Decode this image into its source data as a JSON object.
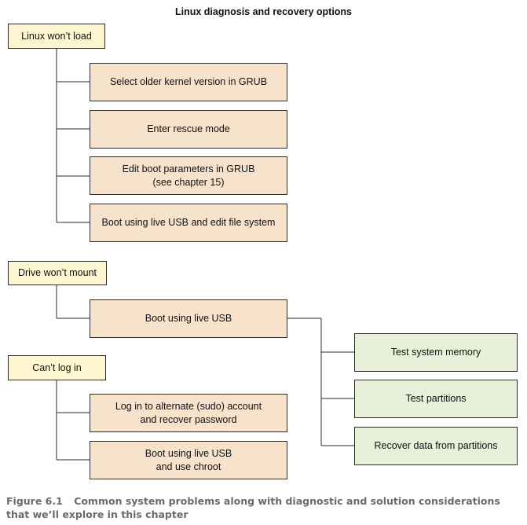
{
  "title": "Linux diagnosis and recovery options",
  "groups": [
    {
      "problem": "Linux won’t load",
      "solutions": [
        "Select older kernel version in GRUB",
        "Enter rescue mode",
        "Edit boot parameters in GRUB\n(see chapter 15)",
        "Boot using live USB and edit file system"
      ]
    },
    {
      "problem": "Drive won’t mount",
      "solutions": [
        "Boot using live USB"
      ],
      "tests": [
        "Test system memory",
        "Test partitions",
        "Recover data from partitions"
      ]
    },
    {
      "problem": "Can’t log in",
      "solutions": [
        "Log in to alternate (sudo) account\nand recover password",
        "Boot using live USB\nand use chroot"
      ]
    }
  ],
  "caption": {
    "figure": "Figure 6.1",
    "text": "Common system problems along with diagnostic and solution considerations that we’ll explore in this chapter"
  },
  "colors": {
    "problem_fill": "#fdf6d1",
    "solution_fill": "#f7e2cc",
    "test_fill": "#e8f0da",
    "border": "#2b2b2b"
  }
}
